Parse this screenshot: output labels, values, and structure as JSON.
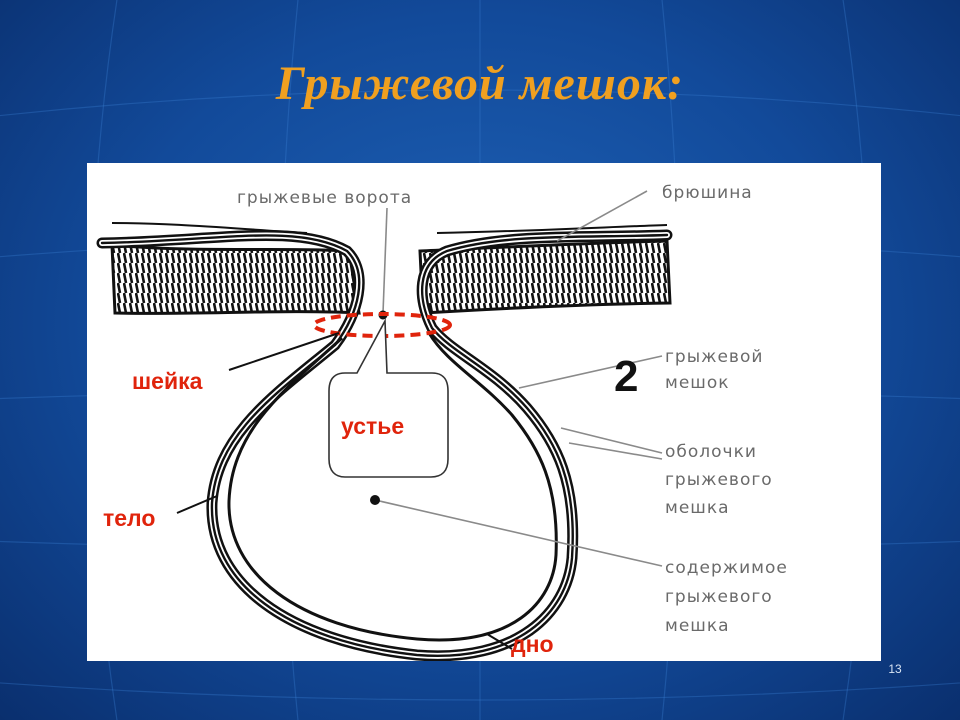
{
  "slide": {
    "title": "Грыжевой мешок:",
    "number": "13"
  },
  "diagram": {
    "labels": {
      "gate": "грыжевые ворота",
      "peritoneum": "брюшина",
      "sac_line1": "грыжевой",
      "sac_line2": "мешок",
      "shells_line1": "оболочки",
      "shells_line2": "грыжевого",
      "shells_line3": "мешка",
      "contents_line1": "содержимое",
      "contents_line2": "грыжевого",
      "contents_line3": "мешка"
    },
    "marker": "2",
    "red_labels": {
      "neck": "шейка",
      "mouth": "устье",
      "body": "тело",
      "bottom": "дно"
    }
  },
  "colors": {
    "title": "#f0a020",
    "accent_red": "#e0240c",
    "background": "#124a9a",
    "panel": "#ffffff"
  }
}
